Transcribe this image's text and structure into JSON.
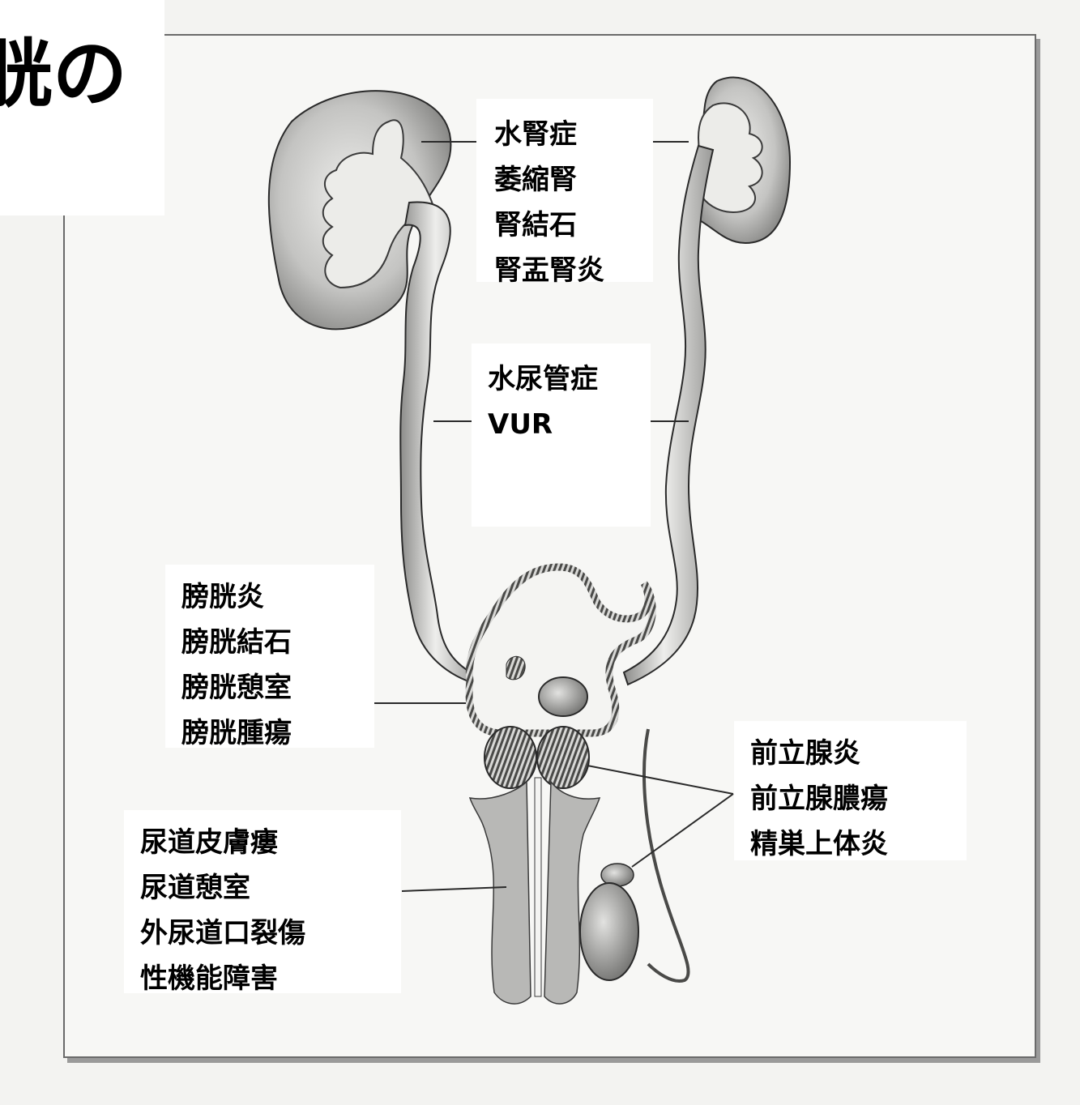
{
  "title": "胱の",
  "labels": {
    "kidney": [
      "水腎症",
      "萎縮腎",
      "腎結石",
      "腎盂腎炎"
    ],
    "ureter": [
      "水尿管症",
      "VUR"
    ],
    "bladder": [
      "膀胱炎",
      "膀胱結石",
      "膀胱憩室",
      "膀胱腫瘍"
    ],
    "urethra": [
      "尿道皮膚瘻",
      "尿道憩室",
      "外尿道口裂傷",
      "性機能障害"
    ],
    "prostate": [
      "前立腺炎",
      "前立腺膿瘍",
      "精巣上体炎"
    ]
  },
  "colors": {
    "outline": "#2a2a2a",
    "tissue": "#c9c9c7",
    "tissue_dark": "#8a8a88",
    "label_bg": "#ffffff",
    "frame": "#6a6a6a"
  }
}
